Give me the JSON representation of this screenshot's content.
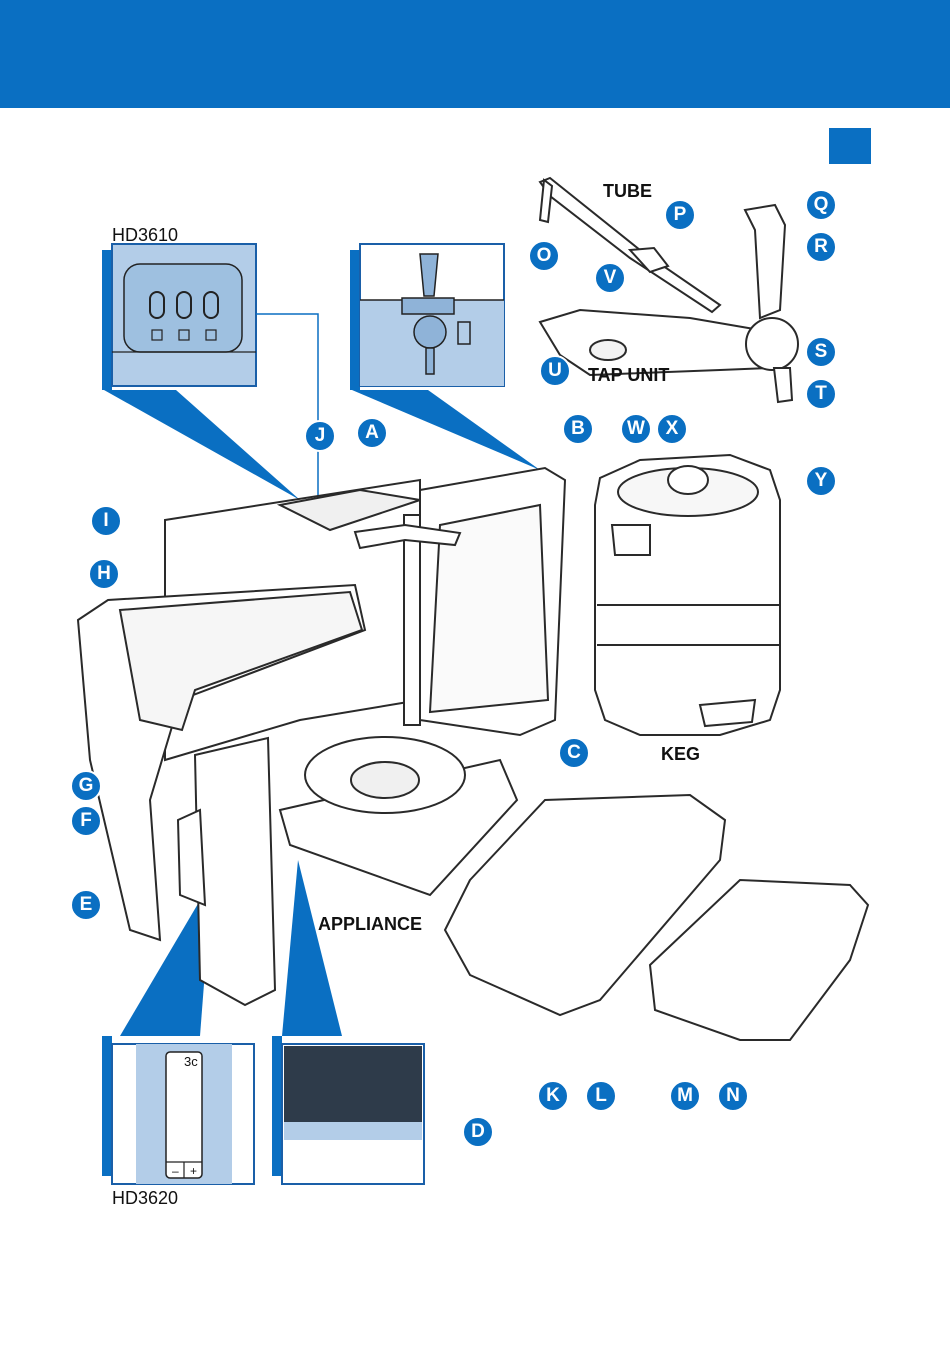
{
  "header": {
    "band_color": "#0a6fc2"
  },
  "models": {
    "top": "HD3610",
    "bottom": "HD3620"
  },
  "sections": {
    "tube": "TUBE",
    "tap_unit": "TAP UNIT",
    "keg": "KEG",
    "appliance": "APPLIANCE"
  },
  "callouts": {
    "A": "A",
    "B": "B",
    "C": "C",
    "D": "D",
    "E": "E",
    "F": "F",
    "G": "G",
    "H": "H",
    "I": "I",
    "J": "J",
    "K": "K",
    "L": "L",
    "M": "M",
    "N": "N",
    "O": "O",
    "P": "P",
    "Q": "Q",
    "R": "R",
    "S": "S",
    "T": "T",
    "U": "U",
    "V": "V",
    "W": "W",
    "X": "X",
    "Y": "Y"
  },
  "display": {
    "temperature": "3c",
    "minus": "–",
    "plus": "+"
  },
  "colors": {
    "accent": "#0a6fc2",
    "panel_fill": "#b3cde8",
    "line": "#2a2a2a"
  }
}
